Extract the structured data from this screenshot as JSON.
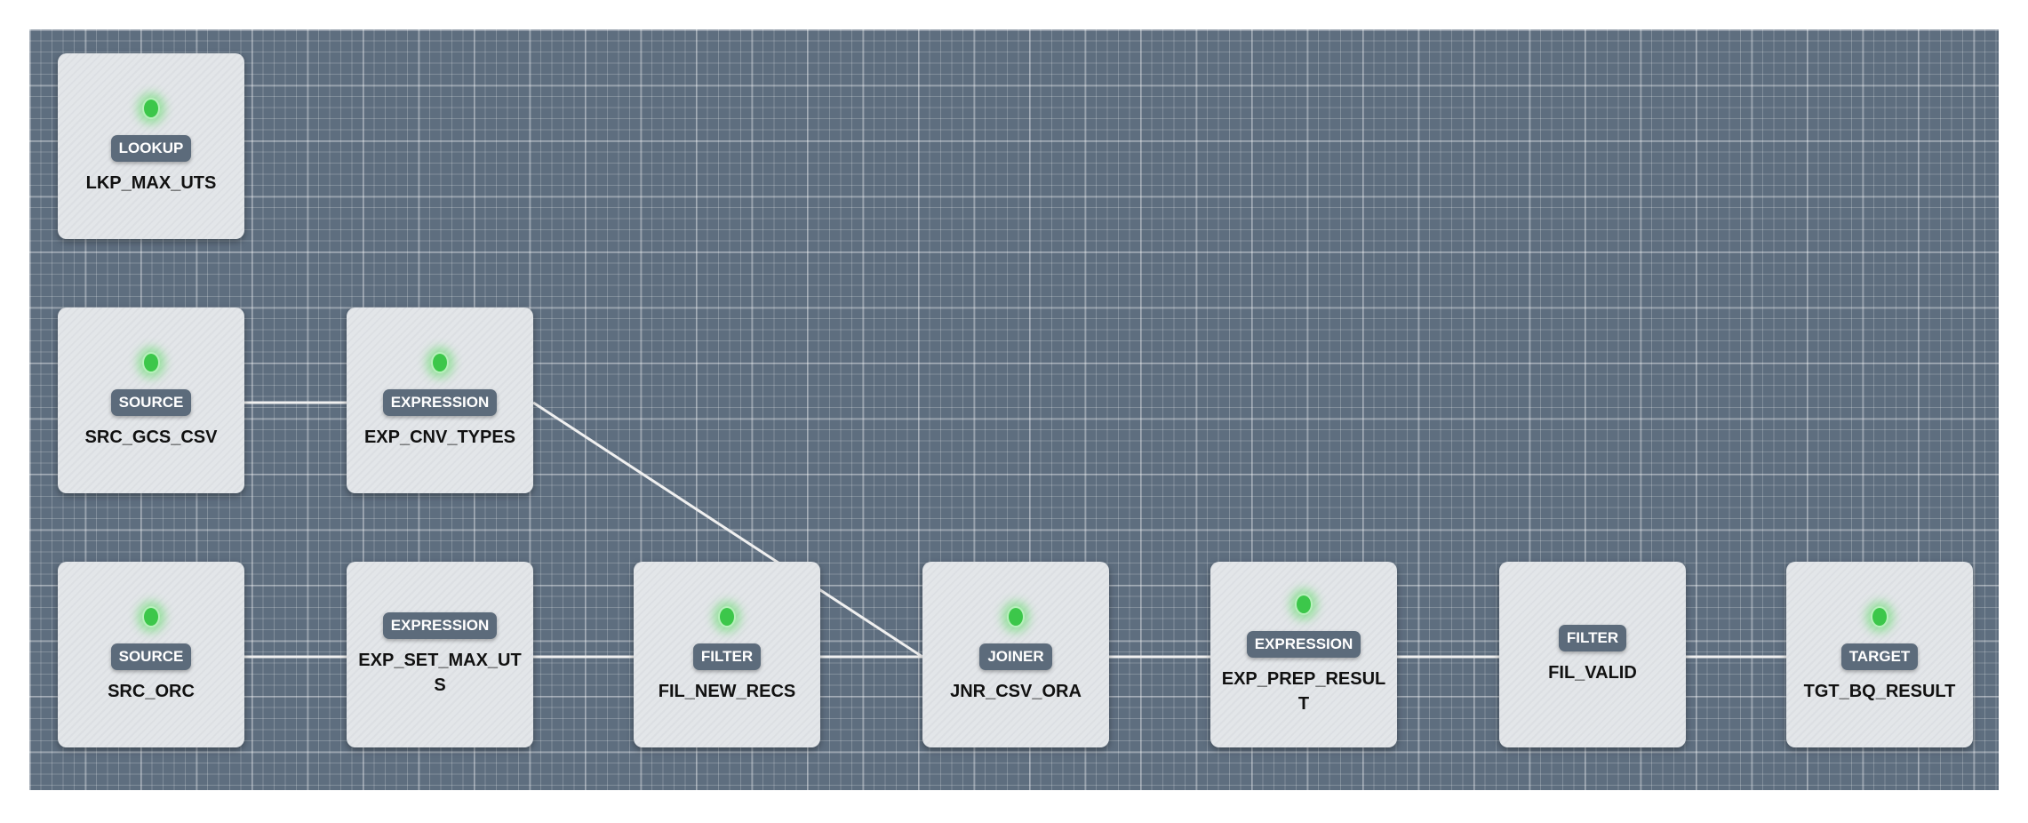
{
  "colors": {
    "canvas": "#5e6e7f",
    "status_ok": "#3cc74a",
    "badge": "#5c6b7b",
    "edge": "#f0f0f0"
  },
  "nodes": [
    {
      "id": "lkp",
      "type": "LOOKUP",
      "name": "LKP_MAX_UTS",
      "status": true
    },
    {
      "id": "src_gcs",
      "type": "SOURCE",
      "name": "SRC_GCS_CSV",
      "status": true
    },
    {
      "id": "exp_cnv",
      "type": "EXPRESSION",
      "name": "EXP_CNV_TYPES",
      "status": true
    },
    {
      "id": "src_orc",
      "type": "SOURCE",
      "name": "SRC_ORC",
      "status": true
    },
    {
      "id": "exp_set",
      "type": "EXPRESSION",
      "name": "EXP_SET_MAX_UTS",
      "status": false
    },
    {
      "id": "fil_new",
      "type": "FILTER",
      "name": "FIL_NEW_RECS",
      "status": true
    },
    {
      "id": "jnr",
      "type": "JOINER",
      "name": "JNR_CSV_ORA",
      "status": true
    },
    {
      "id": "exp_prep",
      "type": "EXPRESSION",
      "name": "EXP_PREP_RESULT",
      "status": true
    },
    {
      "id": "fil_valid",
      "type": "FILTER",
      "name": "FIL_VALID",
      "status": false
    },
    {
      "id": "tgt",
      "type": "TARGET",
      "name": "TGT_BQ_RESULT",
      "status": true
    }
  ],
  "edges": [
    [
      "src_gcs",
      "exp_cnv"
    ],
    [
      "exp_cnv",
      "jnr"
    ],
    [
      "src_orc",
      "exp_set"
    ],
    [
      "exp_set",
      "fil_new"
    ],
    [
      "fil_new",
      "jnr"
    ],
    [
      "jnr",
      "exp_prep"
    ],
    [
      "exp_prep",
      "fil_valid"
    ],
    [
      "fil_valid",
      "tgt"
    ]
  ]
}
